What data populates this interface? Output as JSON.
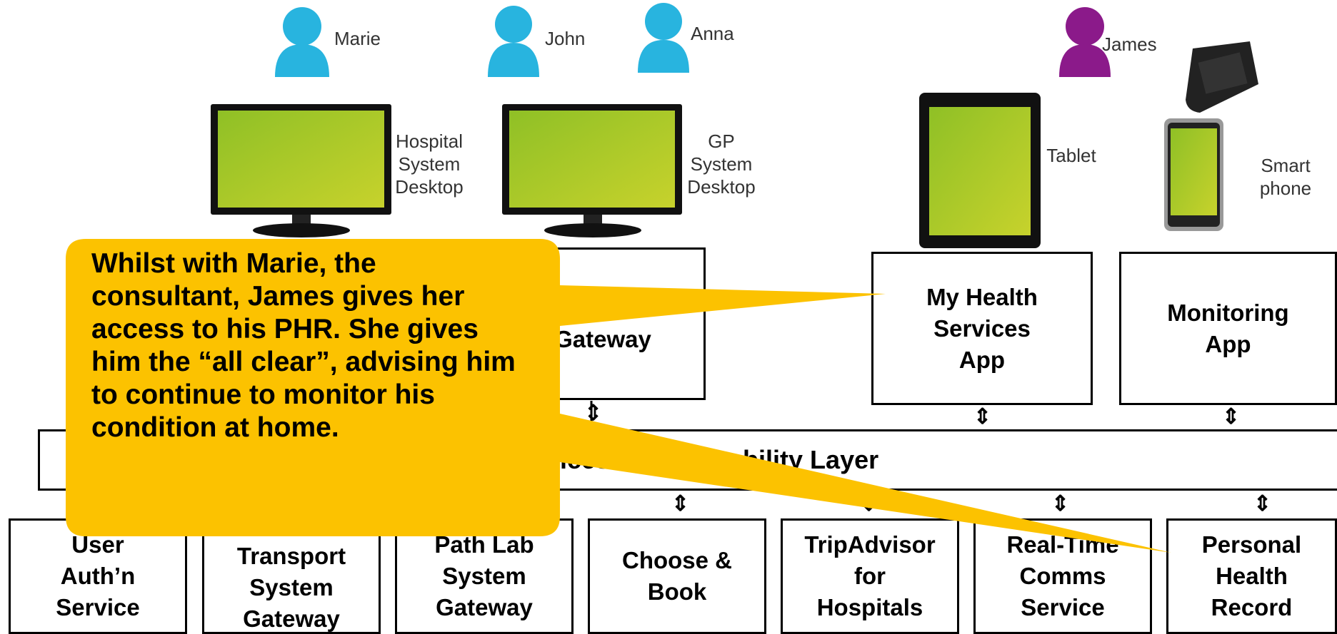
{
  "people": [
    {
      "name": "Marie",
      "color": "#28b4df"
    },
    {
      "name": "John",
      "color": "#28b4df"
    },
    {
      "name": "Anna",
      "color": "#28b4df"
    },
    {
      "name": "James",
      "color": "#8b1a8a"
    }
  ],
  "devices": {
    "hospital": "Hospital\nSystem\nDesktop",
    "gp": "GP\nSystem\nDesktop",
    "tablet": "Tablet",
    "smartphone": "Smart\nphone"
  },
  "app_boxes": {
    "practice": "Practice\nGateway",
    "my_health": "My Health\nServices\nApp",
    "monitoring": "Monitoring\nApp"
  },
  "layer_label": "Services Interoperability Layer",
  "service_boxes": [
    "User\nAuth’n\nService",
    "Patient\nTransport\nSystem\nGateway",
    "Path Lab\nSystem\nGateway",
    "Choose &\nBook",
    "TripAdvisor\nfor\nHospitals",
    "Real-Time\nComms\nService",
    "Personal\nHealth\nRecord"
  ],
  "callout": "Whilst with Marie, the consultant, James gives her access to his PHR. She gives him the “all clear”, advising him to continue to monitor his condition at home.",
  "colors": {
    "callout": "#fcc200",
    "screen": "#a8cc2a",
    "person": "#28b4df",
    "james": "#8b1a8a"
  }
}
